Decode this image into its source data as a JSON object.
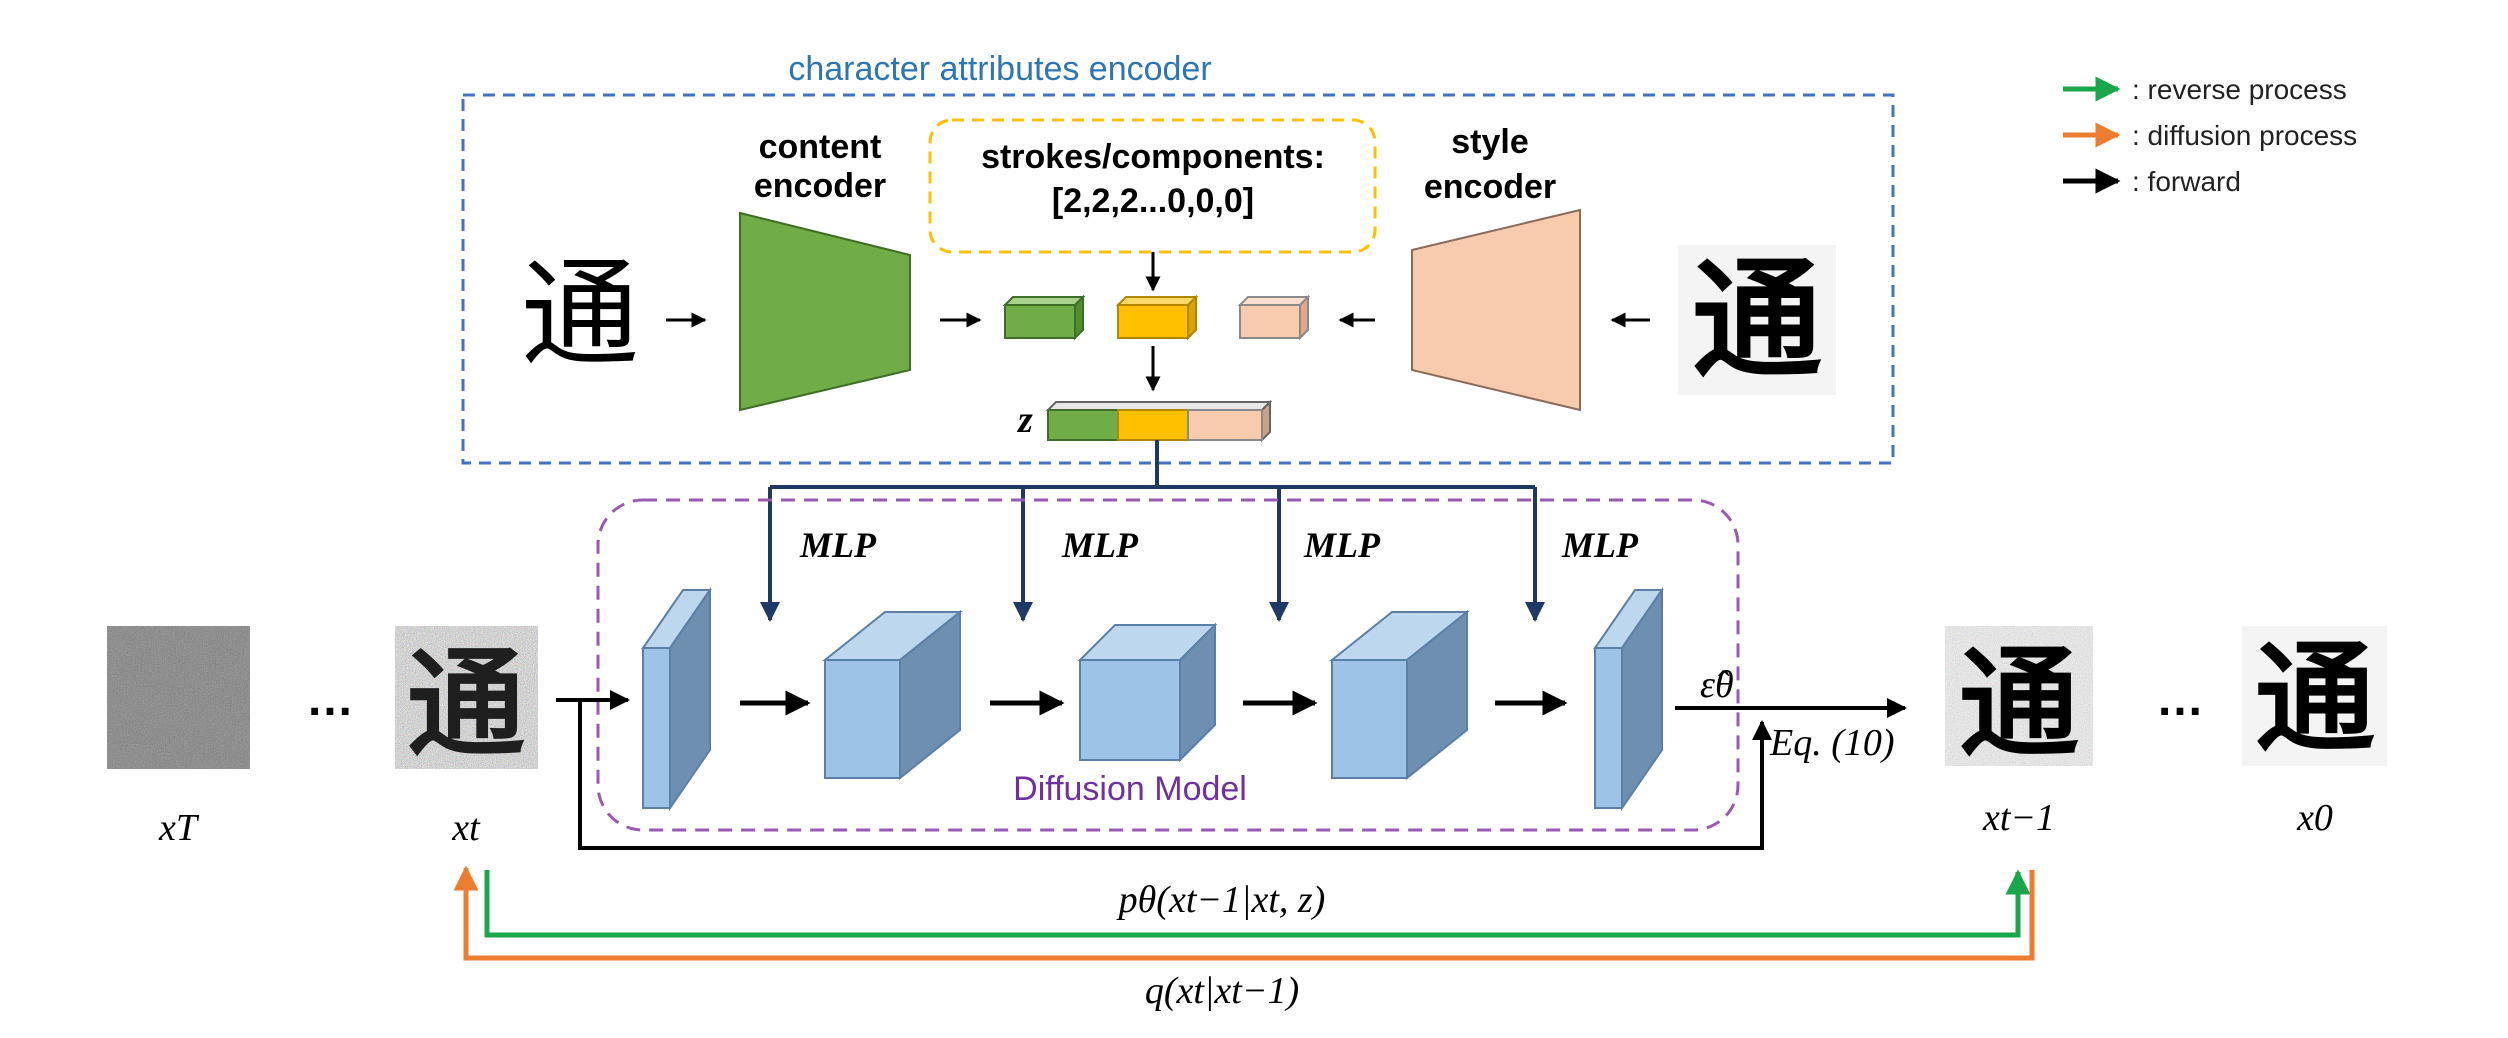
{
  "encoder": {
    "title": "character attributes encoder",
    "content_label_1": "content",
    "content_label_2": "encoder",
    "style_label_1": "style",
    "style_label_2": "encoder",
    "strokes_label_1": "strokes/components:",
    "strokes_label_2": "[2,2,2...0,0,0]",
    "z_label": "z",
    "content_char": "通",
    "style_char": "通"
  },
  "diffusion": {
    "title": "Diffusion Model",
    "mlp_labels": [
      "MLP",
      "MLP",
      "MLP",
      "MLP"
    ],
    "eps_label": "ε̂θ",
    "eq_label": "Eq. (10)"
  },
  "sequence": {
    "xT": "xT",
    "xt": "xt",
    "xt_1": "xt−1",
    "x0": "x0",
    "ellipsis_left": "…",
    "ellipsis_right": "…",
    "noisy_char": "通",
    "clean_char": "通"
  },
  "formulas": {
    "reverse": "pθ(xt−1|xt, z)",
    "forward": "q(xt|xt−1)"
  },
  "legend": {
    "items": [
      {
        "color": "#1aa64a",
        "label": ": reverse  process"
      },
      {
        "color": "#ed7d31",
        "label": ": diffusion process"
      },
      {
        "color": "#000000",
        "label": ": forward"
      }
    ]
  },
  "colors": {
    "encoder_border": "#4472c4",
    "diffusion_border": "#9b59b6",
    "strokes_border": "#ffc000",
    "content_encoder": "#70ad47",
    "style_encoder": "#f8cbad",
    "vector_green": "#70ad47",
    "vector_yellow": "#ffc000",
    "vector_peach": "#f8cbad",
    "unet_block": "#9dc3e6",
    "mlp_arrow": "#1f3864"
  }
}
